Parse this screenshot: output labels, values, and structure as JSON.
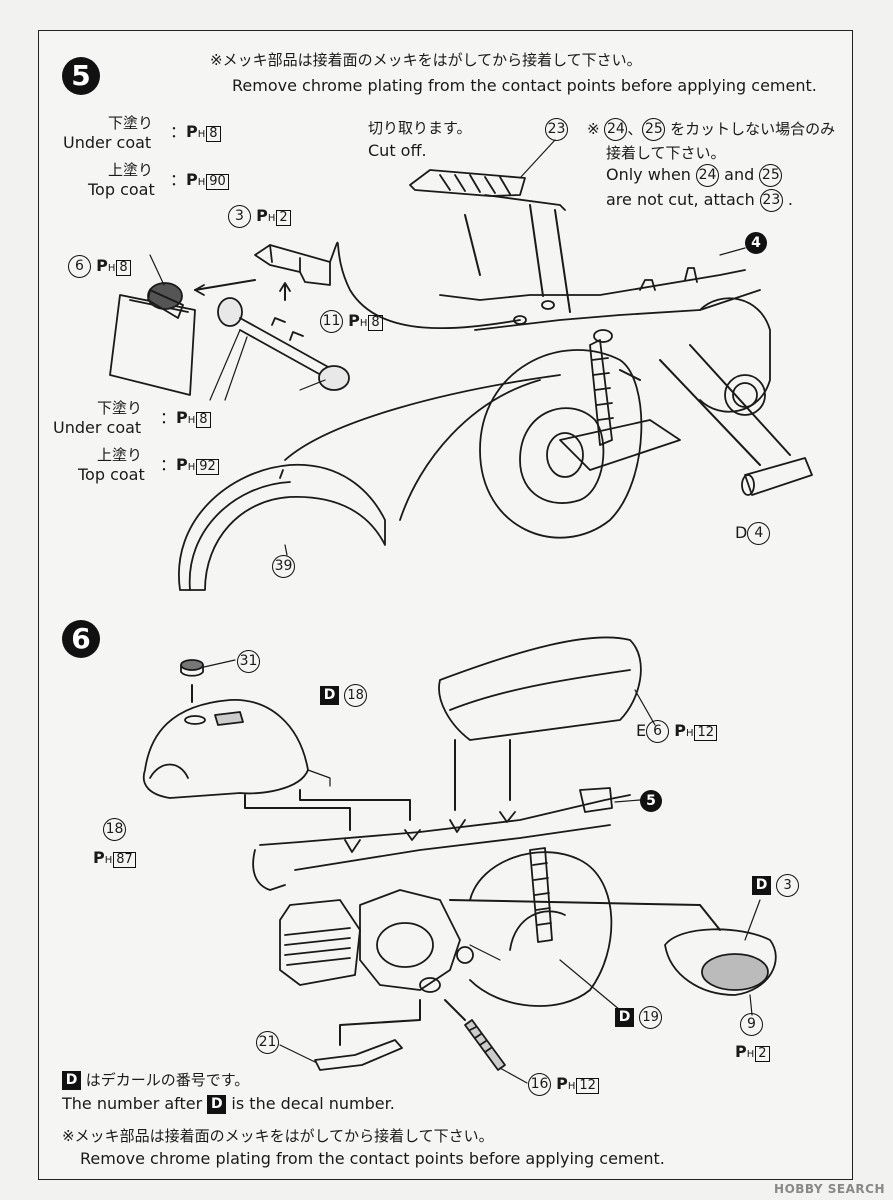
{
  "note_top": {
    "jp": "※メッキ部品は接着面のメッキをはがしてから接着して下さい。",
    "en": "Remove chrome plating from the contact points before applying cement."
  },
  "step5": {
    "number": "5",
    "under_coat_jp": "下塗り",
    "under_coat_en": "Under coat",
    "under_coat_code": "8",
    "top_coat_jp": "上塗り",
    "top_coat_en": "Top coat",
    "top_coat_code": "90",
    "cut_jp": "切り取ります。",
    "cut_en": "Cut off.",
    "cond_jp1": "※",
    "cond_jp2": "、",
    "cond_jp3": "をカットしない場合のみ",
    "cond_jp4": "接着して下さい。",
    "cond_en1": "Only when",
    "cond_en_and": "and",
    "cond_en2": "are not cut, attach",
    "cond_en_end": ".",
    "part23": "23",
    "part24": "24",
    "part25": "25",
    "part3": "3",
    "part3_code": "2",
    "part6": "6",
    "part6_code": "8",
    "part11": "11",
    "part11_code": "8",
    "part4": "4",
    "lower_under_jp": "下塗り",
    "lower_under_en": "Under coat",
    "lower_under_code": "8",
    "lower_top_jp": "上塗り",
    "lower_top_en": "Top coat",
    "lower_top_code": "92",
    "part39": "39",
    "d_label": "D",
    "d4": "4"
  },
  "step6": {
    "number": "6",
    "part31": "31",
    "decal18": "18",
    "part18": "18",
    "part18_code": "87",
    "seat_letter": "E",
    "part6": "6",
    "part6_code": "12",
    "ref5": "5",
    "decal3": "3",
    "part9": "9",
    "part9_code": "2",
    "decal19": "19",
    "part21": "21",
    "part16": "16",
    "part16_code": "12"
  },
  "legend": {
    "d": "D",
    "jp": "はデカールの番号です。",
    "en_pre": "The number after",
    "en_post": "is the decal number."
  },
  "note_bottom": {
    "jp": "※メッキ部品は接着面のメッキをはがしてから接着して下さい。",
    "en": "Remove chrome plating from the contact points before applying cement."
  },
  "paint_prefix": "P",
  "paint_sub": "H",
  "watermark": "HOBBY SEARCH"
}
